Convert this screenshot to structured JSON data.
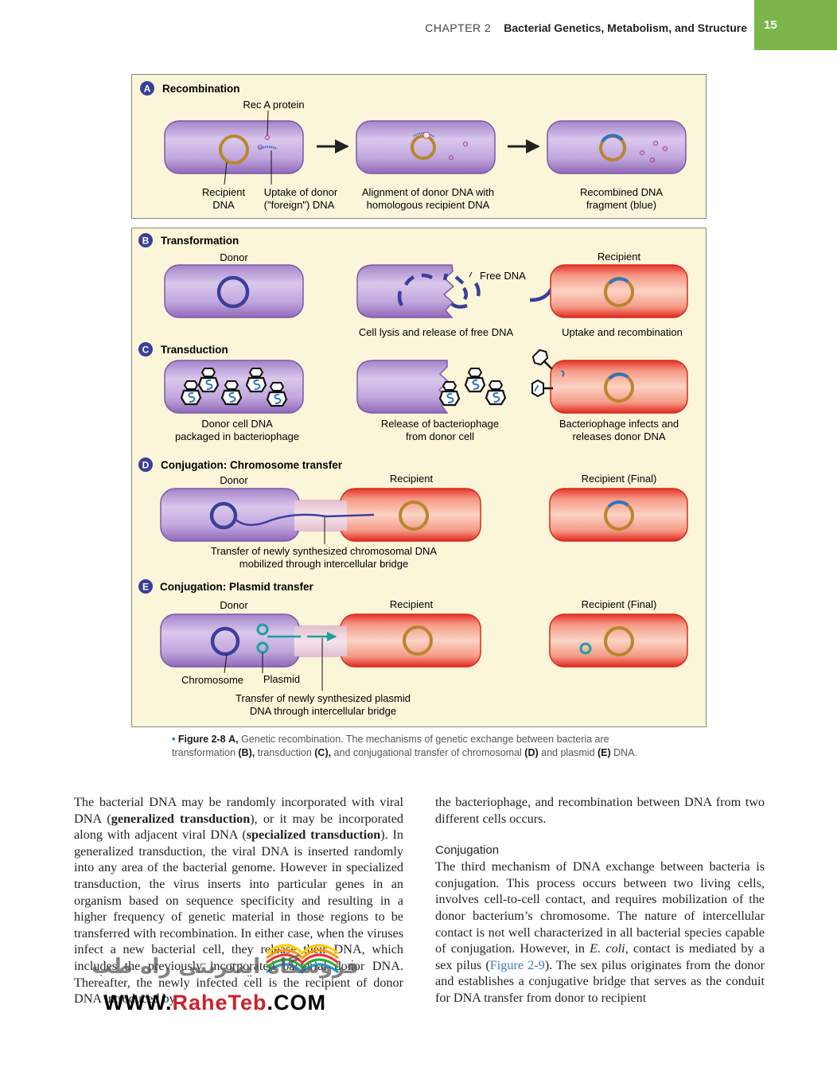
{
  "header": {
    "chapter": "CHAPTER 2",
    "title": "Bacterial Genetics, Metabolism, and Structure",
    "page": "15"
  },
  "figure": {
    "panelA": {
      "letter": "A",
      "title": "Recombination",
      "recA": "Rec A protein",
      "recipient1": "Recipient",
      "recipient2": "DNA",
      "uptake1": "Uptake of donor",
      "uptake2": "(\"foreign\") DNA",
      "align1": "Alignment of donor DNA with",
      "align2": "homologous recipient DNA",
      "recomb1": "Recombined DNA",
      "recomb2": "fragment (blue)"
    },
    "panelB": {
      "letter": "B",
      "title": "Transformation",
      "donor": "Donor",
      "recipient": "Recipient",
      "free_dna": "Free DNA",
      "lysis": "Cell lysis and release of free DNA",
      "uptake": "Uptake and recombination"
    },
    "panelC": {
      "letter": "C",
      "title": "Transduction",
      "donor1": "Donor cell DNA",
      "donor2": "packaged in bacteriophage",
      "release1": "Release of bacteriophage",
      "release2": "from donor cell",
      "infect1": "Bacteriophage infects and",
      "infect2": "releases donor DNA"
    },
    "panelD": {
      "letter": "D",
      "title": "Conjugation: Chromosome transfer",
      "donor": "Donor",
      "recipient": "Recipient",
      "final": "Recipient (Final)",
      "transfer1": "Transfer of newly synthesized chromosomal DNA",
      "transfer2": "mobilized through intercellular bridge"
    },
    "panelE": {
      "letter": "E",
      "title": "Conjugation: Plasmid transfer",
      "donor": "Donor",
      "recipient": "Recipient",
      "final": "Recipient (Final)",
      "chromosome": "Chromosome",
      "plasmid": "Plasmid",
      "transfer1": "Transfer of newly synthesized plasmid",
      "transfer2": "DNA through intercellular bridge"
    }
  },
  "caption": {
    "label": "Figure 2-8",
    "a": "A,",
    "text1": " Genetic recombination. The mechanisms of genetic exchange between bacteria are transformation ",
    "b": "(B),",
    "text2": " transduction ",
    "c": "(C),",
    "text3": " and conjugational transfer of chromosomal ",
    "d": "(D)",
    "text4": " and plasmid ",
    "e": "(E)",
    "text5": " DNA."
  },
  "body": {
    "left": {
      "t1": "The bacterial DNA may be randomly incorporated with viral DNA (",
      "b1": "generalized transduction",
      "t2": "), or it may be incorporated along with adjacent viral DNA (",
      "b2": "specialized transduction",
      "t3": "). In generalized transduction, the viral DNA is inserted randomly into any area of the bacterial genome. However in specialized transduction, the virus inserts into particular genes in an organism based on sequence specificity and resulting in a higher frequency of genetic material in those regions to be transferred with recombination. In either case, when the viruses infect a new bacterial cell, they release their DNA, which includes the previously incorporated bacterial donor DNA. Thereafter, the newly infected cell is the recipient of donor DNA introduced by"
    },
    "right": {
      "p1": "the bacteriophage, and recombination between DNA from two different cells occurs.",
      "heading": "Conjugation",
      "t1": "The third mechanism of DNA exchange between bacteria is conjugation. This process occurs between two living cells, involves cell-to-cell contact, and requires mobilization of the donor bacterium’s chromosome. The nature of intercellular contact is not well characterized in all bacterial species capable of conjugation. However, in ",
      "i1": "E. coli,",
      "t2": " contact is mediated by a sex pilus (",
      "link": "Figure 2-9",
      "t3": "). The sex pilus originates from the donor and establishes a conjugative bridge that serves as the conduit for DNA transfer from donor to recipient"
    }
  },
  "watermark": {
    "url_pre": "WWW.",
    "url_brand": "RaheTeb",
    "url_post": ".COM",
    "persian": "فروشگاه اینترنتی راه طب"
  },
  "colors": {
    "purple_cell": "#b79ad6",
    "red_cell": "#e8463a",
    "gold_dna": "#b8862c",
    "navy_dna": "#3b3f9a",
    "teal_plasmid": "#17a3a0",
    "accent_green": "#7cb54a"
  }
}
